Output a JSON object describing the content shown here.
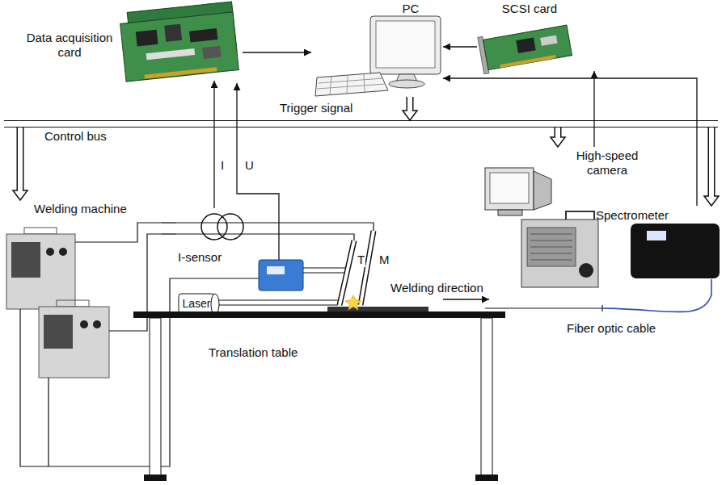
{
  "diagram": {
    "nodes": [
      {
        "text": [
          "Data acquisition card"
        ]
      },
      {
        "text": [
          "PC"
        ]
      },
      {
        "text": [
          "SCSI card"
        ]
      },
      {
        "text": [
          "Control bus"
        ]
      },
      {
        "text": [
          "Welding machine"
        ]
      },
      {
        "text": [
          "I-sensor"
        ]
      },
      {
        "text": [
          "Laser"
        ]
      },
      {
        "text": [
          "High-speed camera"
        ]
      },
      {
        "text": [
          "Spectrometer"
        ]
      },
      {
        "text": [
          "Translation table"
        ]
      }
    ],
    "edges": [
      {
        "from": 0,
        "to": 1,
        "arrow": "to"
      },
      {
        "from": 2,
        "to": 1,
        "arrow": "to"
      },
      {
        "from": 7,
        "to": 2,
        "arrow": "to"
      },
      {
        "from": 8,
        "to": 1,
        "arrow": "to"
      },
      {
        "from": 5,
        "to": 0,
        "arrow": "to",
        "label": "I"
      },
      {
        "from": 4,
        "to": 5,
        "arrow": "none"
      },
      {
        "from": 4,
        "to": 5,
        "arrow": "none"
      },
      {
        "from": 1,
        "to": 3,
        "arrow": "to",
        "label": "Trigger signal"
      },
      {
        "from": 3,
        "to": 4,
        "arrow": "to"
      },
      {
        "from": 3,
        "to": 7,
        "arrow": "to"
      },
      {
        "from": 3,
        "to": 8,
        "arrow": "to"
      }
    ],
    "labels": [
      "U",
      "T",
      "M",
      "Welding direction",
      "Fiber optic cable"
    ]
  }
}
